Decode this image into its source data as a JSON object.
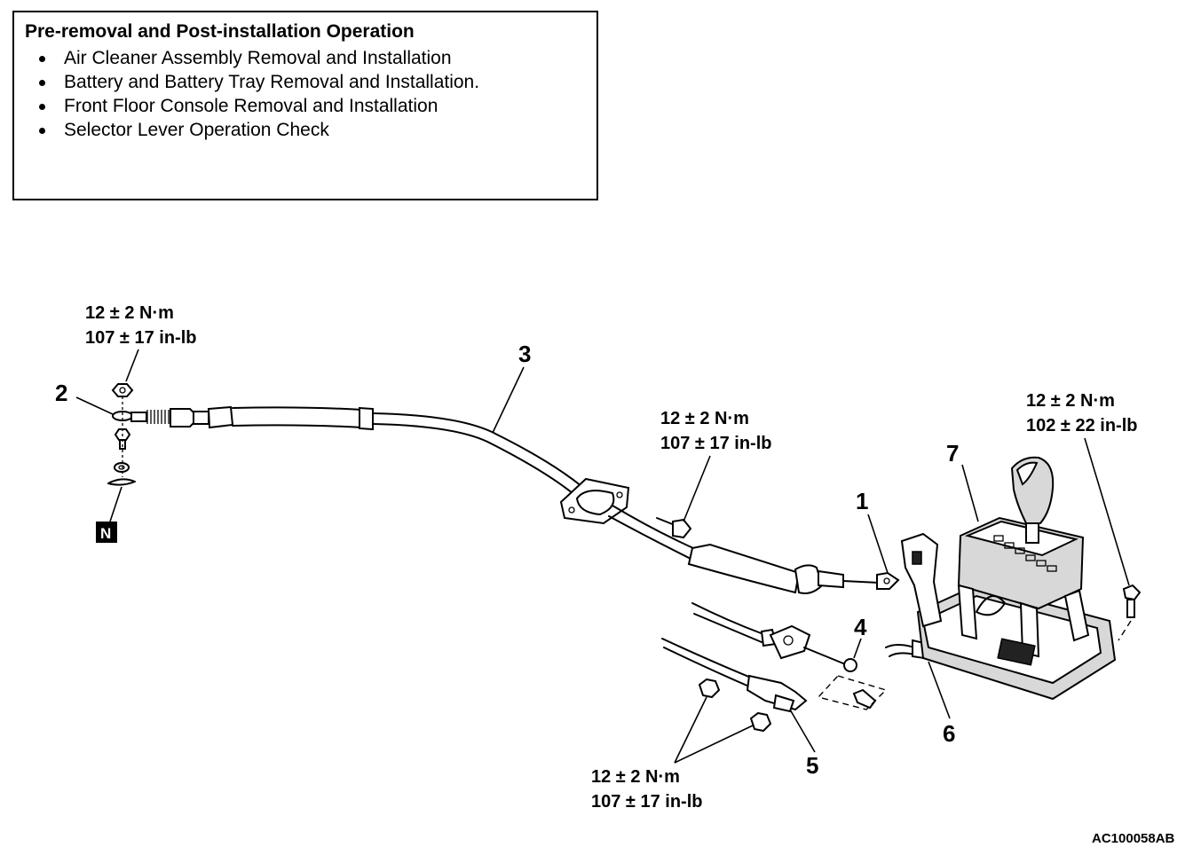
{
  "note": {
    "title": "Pre-removal and Post-installation Operation",
    "items": [
      "Air Cleaner Assembly Removal and Installation",
      "Battery and Battery Tray Removal and Installation.",
      "Front Floor Console Removal and Installation",
      "Selector Lever Operation Check"
    ]
  },
  "torques": {
    "t_top_left": {
      "nm": "12 ± 2 N·m",
      "inlb": "107 ± 17 in-lb"
    },
    "t_mid": {
      "nm": "12 ± 2 N·m",
      "inlb": "107 ± 17 in-lb"
    },
    "t_right": {
      "nm": "12 ± 2 N·m",
      "inlb": "102 ± 22 in-lb"
    },
    "t_bottom": {
      "nm": "12 ± 2 N·m",
      "inlb": "107 ± 17 in-lb"
    }
  },
  "callouts": {
    "c1": "1",
    "c2": "2",
    "c3": "3",
    "c4": "4",
    "c5": "5",
    "c6": "6",
    "c7": "7",
    "n_tag": "N"
  },
  "figure_code": "AC100058AB"
}
